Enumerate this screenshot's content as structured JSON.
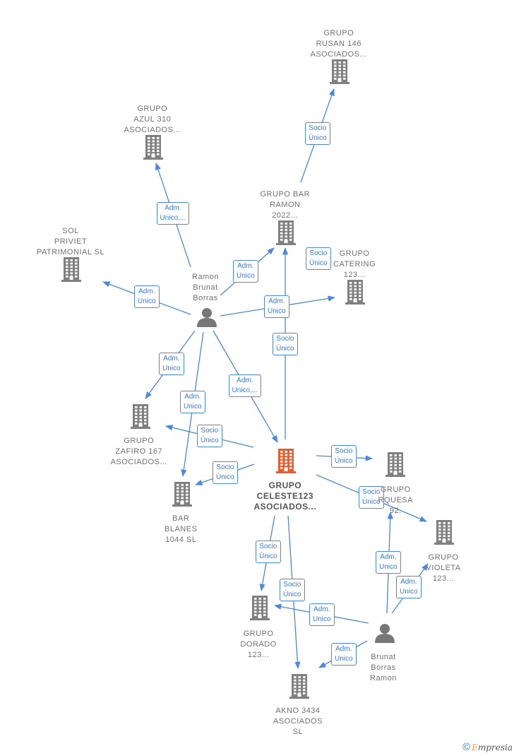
{
  "colors": {
    "edge": "#4a89dc",
    "building": "#808080",
    "building_main": "#ef5a2b",
    "person": "#777777",
    "label": "#707070"
  },
  "nodes": {
    "rusan": {
      "type": "company",
      "lines": [
        "GRUPO",
        "RUSAN 146",
        "ASOCIADOS..."
      ]
    },
    "azul": {
      "type": "company",
      "lines": [
        "GRUPO",
        "AZUL 310",
        "ASOCIADOS..."
      ]
    },
    "barramon": {
      "type": "company",
      "lines": [
        "GRUPO BAR",
        "RAMON",
        "2022..."
      ]
    },
    "sol": {
      "type": "company",
      "lines": [
        "SOL",
        "PRIVIET",
        "PATRIMONIAL SL"
      ]
    },
    "catering": {
      "type": "company",
      "lines": [
        "GRUPO",
        "CATERING",
        "123..."
      ]
    },
    "ramon": {
      "type": "person",
      "lines": [
        "Ramon",
        "Brunat",
        "Borras"
      ]
    },
    "zafiro": {
      "type": "company",
      "lines": [
        "GRUPO",
        "ZAFIRO 167",
        "ASOCIADOS..."
      ]
    },
    "celeste": {
      "type": "main",
      "lines": [
        "GRUPO",
        "CELESTE123",
        "ASOCIADOS..."
      ]
    },
    "turquesa": {
      "type": "company",
      "lines": [
        "GRUPO",
        "RQUESA",
        "92."
      ]
    },
    "blanes": {
      "type": "company",
      "lines": [
        "BAR",
        "BLANES",
        "1044  SL"
      ]
    },
    "violeta": {
      "type": "company",
      "lines": [
        "GRUPO",
        "VIOLETA",
        "123..."
      ]
    },
    "dorado": {
      "type": "company",
      "lines": [
        "GRUPO",
        "DORADO",
        "123..."
      ]
    },
    "brunat": {
      "type": "person",
      "lines": [
        "Brunat",
        "Borras",
        "Ramon"
      ]
    },
    "akno": {
      "type": "company",
      "lines": [
        "AKNO 3434",
        "ASOCIADOS",
        "SL"
      ]
    }
  },
  "edges": [
    {
      "from": "barramon",
      "to": "rusan",
      "label": [
        "Socio",
        "Único"
      ]
    },
    {
      "from": "ramon",
      "to": "azul",
      "label": [
        "Adm.",
        "Unico,..."
      ]
    },
    {
      "from": "ramon",
      "to": "barramon",
      "label": [
        "Adm.",
        "Unico"
      ]
    },
    {
      "from": "ramon",
      "to": "sol",
      "label": [
        "Adm.",
        "Unico"
      ]
    },
    {
      "from": "ramon",
      "to": "catering",
      "label": [
        "Adm.",
        "Unico"
      ]
    },
    {
      "from": "celeste",
      "to": "barramon",
      "label": [
        "Socio",
        "Único"
      ]
    },
    {
      "from": "ramon",
      "to": "zafiro",
      "label": [
        "Adm.",
        "Unico"
      ]
    },
    {
      "from": "ramon",
      "to": "blanes",
      "label": [
        "Adm.",
        "Unico"
      ]
    },
    {
      "from": "ramon",
      "to": "celeste",
      "label": [
        "Adm.",
        "Unico,..."
      ]
    },
    {
      "from": "celeste",
      "to": "zafiro",
      "label": [
        "Socio",
        "Único"
      ]
    },
    {
      "from": "celeste",
      "to": "blanes",
      "label": [
        "Socio",
        "Único"
      ]
    },
    {
      "from": "celeste",
      "to": "turquesa",
      "label": [
        "Socio",
        "Único"
      ]
    },
    {
      "from": "celeste",
      "to": "violeta",
      "label": [
        "Socio",
        "Único"
      ]
    },
    {
      "from": "celeste",
      "to": "dorado",
      "label": [
        "Socio",
        "Único"
      ]
    },
    {
      "from": "celeste",
      "to": "akno",
      "label": [
        "Socio",
        "Único"
      ]
    },
    {
      "from": "brunat",
      "to": "turquesa",
      "label": [
        "Adm.",
        "Unico"
      ]
    },
    {
      "from": "brunat",
      "to": "violeta",
      "label": [
        "Adm.",
        "Unico"
      ]
    },
    {
      "from": "brunat",
      "to": "dorado",
      "label": [
        "Adm.",
        "Unico"
      ]
    },
    {
      "from": "brunat",
      "to": "akno",
      "label": [
        "Adm.",
        "Unico"
      ]
    }
  ],
  "extra_labels": {
    "catering_socio": [
      "Socio",
      "Único"
    ]
  },
  "footer": {
    "copyright": "©",
    "brand_first": "E",
    "brand_rest": "mpresia"
  }
}
